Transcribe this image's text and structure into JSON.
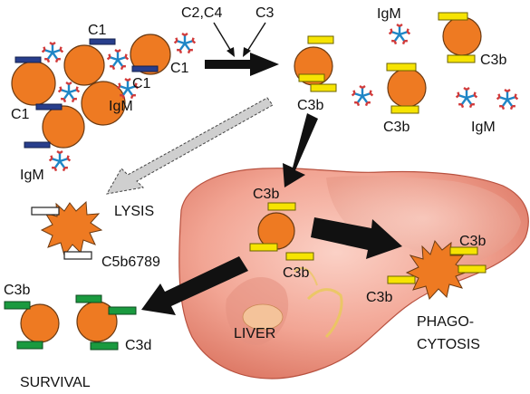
{
  "labels": {
    "c1_a": "C1",
    "c1_b": "C1",
    "c1_c": "C1",
    "c1_d": "C1",
    "igm_left_a": "IgM",
    "igm_left_b": "IgM",
    "complement_in_a": "C2,C4",
    "complement_in_b": "C3",
    "c3b_center": "C3b",
    "igm_right_a": "IgM",
    "igm_right_b": "IgM",
    "c3b_right_a": "C3b",
    "c3b_right_b": "C3b",
    "c3b_liver_top": "C3b",
    "c3b_liver_bottom": "C3b",
    "lysis": "LYSIS",
    "mac": "C5b6789",
    "c3b_phago_top": "C3b",
    "c3b_phago_left": "C3b",
    "phago_line1": "PHAGO-",
    "phago_line2": "CYTOSIS",
    "liver": "LIVER",
    "c3b_survival": "C3b",
    "c3d": "C3d",
    "survival": "SURVIVAL"
  },
  "colors": {
    "cell": "#ee7a22",
    "c1": "#283e8c",
    "c3b": "#f6e402",
    "c3d": "#1a9a3f",
    "liver": "#f2a594",
    "igm_stem": "#1f86c6",
    "igm_tip": "#d23a3a"
  }
}
